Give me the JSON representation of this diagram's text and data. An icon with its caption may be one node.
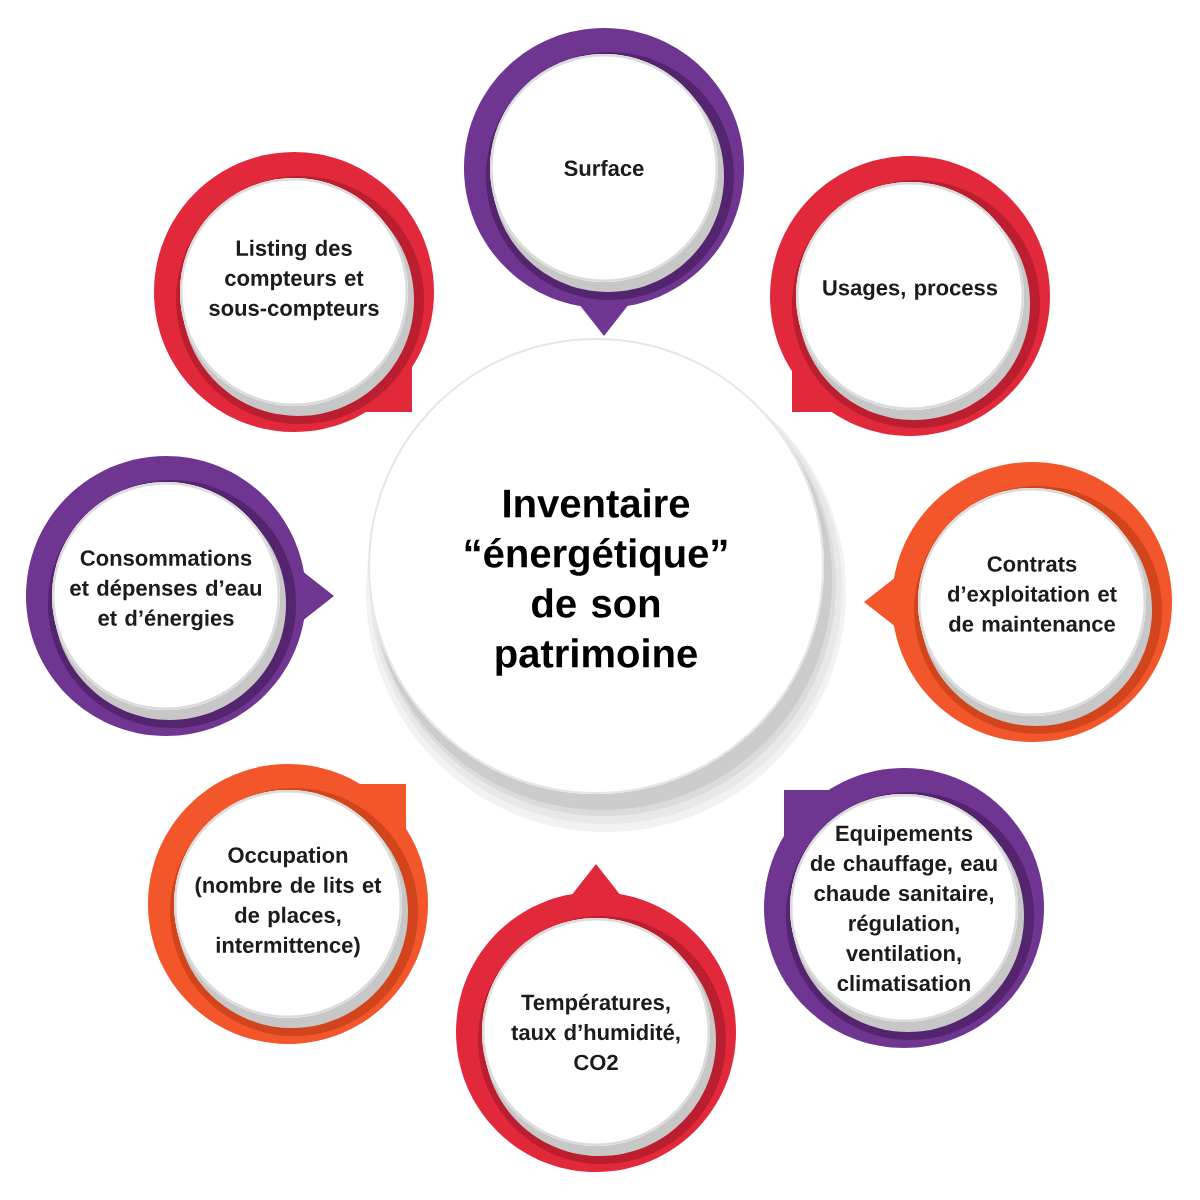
{
  "diagram": {
    "nodes": [
      {
        "text": [
          "Surface"
        ]
      },
      {
        "text": [
          "Listing des compteurs et sous-compteurs"
        ]
      },
      {
        "text": [
          "Usages, process"
        ]
      },
      {
        "text": [
          "Inventaire “énergétique” de son patrimoine"
        ]
      },
      {
        "text": [
          "Consommations et dépenses d’eau et d’énergies"
        ]
      },
      {
        "text": [
          "Contrats d’exploitation et de maintenance"
        ]
      },
      {
        "text": [
          "Occupation (nombre de lits et de places, intermittence)"
        ]
      },
      {
        "text": [
          "Equipements de chauffage, eau chaude sanitaire, régulation, ventilation, climatisation"
        ]
      },
      {
        "text": [
          "Températures, taux d’humidité, CO2"
        ]
      }
    ]
  }
}
